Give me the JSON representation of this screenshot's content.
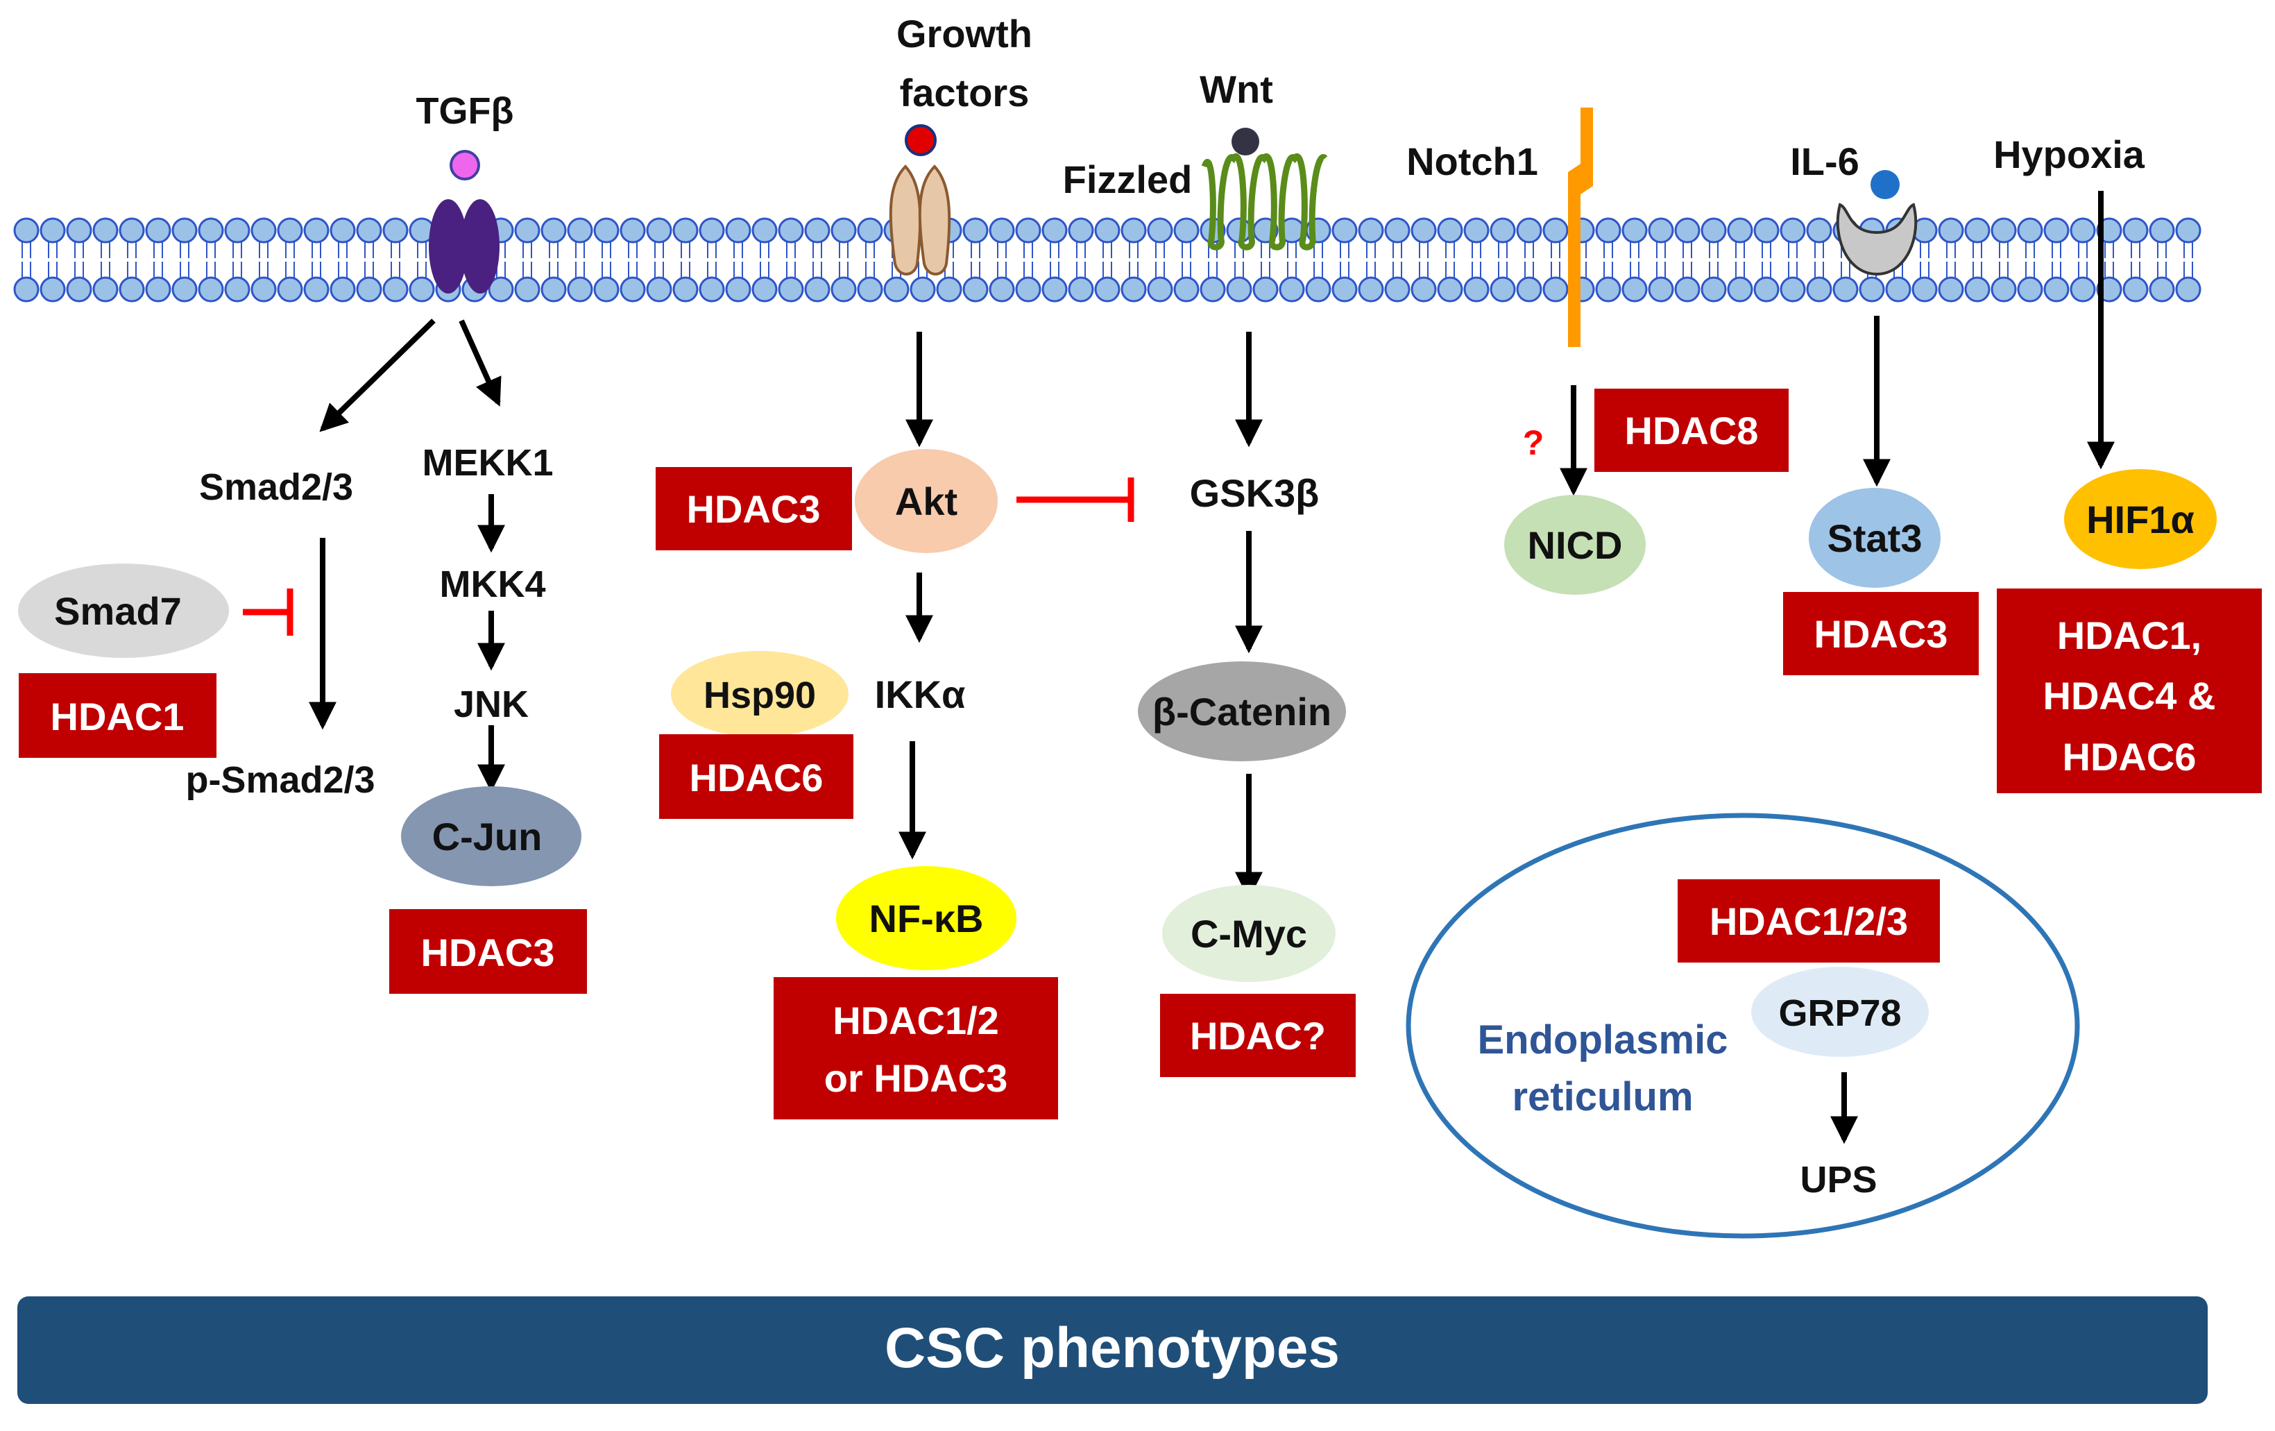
{
  "ligands": {
    "tgfb": "TGFβ",
    "growth_factors_line1": "Growth",
    "growth_factors_line2": "factors",
    "wnt": "Wnt",
    "fizzled": "Fizzled",
    "notch1": "Notch1",
    "il6": "IL-6",
    "hypoxia": "Hypoxia"
  },
  "tgfb_pathway": {
    "smad23": "Smad2/3",
    "mekk1": "MEKK1",
    "mkk4": "MKK4",
    "jnk": "JNK",
    "smad7": "Smad7",
    "hdac_smad7": "HDAC1",
    "p_smad23": "p-Smad2/3",
    "cjun": "C-Jun",
    "hdac_cjun": "HDAC3"
  },
  "akt_pathway": {
    "hdac_akt": "HDAC3",
    "akt": "Akt",
    "hsp90": "Hsp90",
    "ikka": "IKKα",
    "hdac_hsp90": "HDAC6",
    "nfkb": "NF-κB",
    "hdac_nfkb_line1": "HDAC1/2",
    "hdac_nfkb_line2": "or HDAC3"
  },
  "wnt_pathway": {
    "gsk3b": "GSK3β",
    "bcatenin": "β-Catenin",
    "cmyc": "C-Myc",
    "hdac_cmyc": "HDAC?"
  },
  "notch_pathway": {
    "question": "?",
    "hdac_nicd": "HDAC8",
    "nicd": "NICD"
  },
  "il6_pathway": {
    "stat3": "Stat3",
    "hdac_stat3": "HDAC3"
  },
  "hypoxia_pathway": {
    "hif1a": "HIF1α",
    "hdac_line1": "HDAC1,",
    "hdac_line2": "HDAC4 &",
    "hdac_line3": "HDAC6"
  },
  "er": {
    "hdac": "HDAC1/2/3",
    "grp78": "GRP78",
    "ups": "UPS",
    "label_line1": "Endoplasmic",
    "label_line2": "reticulum"
  },
  "footer": "CSC phenotypes",
  "colors": {
    "hdac_box": "#c00000",
    "membrane_head": "#9bc2e6",
    "membrane_outline": "#2f55c8",
    "footer_bar": "#1f4e79",
    "inhibit_red": "#ff0000",
    "notch_orange": "#ff9900",
    "fizzled_green": "#5a8c1a",
    "tgfb_receptor": "#4a2180",
    "er_outline": "#2e75b6"
  }
}
